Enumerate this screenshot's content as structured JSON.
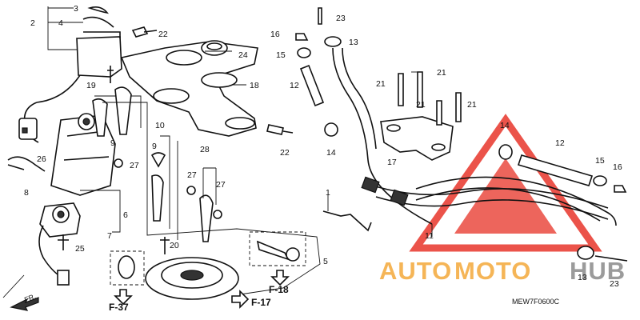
{
  "callouts": {
    "c1": "1",
    "c2": "2",
    "c3": "3",
    "c4": "4",
    "c5": "5",
    "c6": "6",
    "c7": "7",
    "c8": "8",
    "c9a": "9",
    "c9b": "9",
    "c10": "10",
    "c11": "11",
    "c12a": "12",
    "c12b": "12",
    "c13a": "13",
    "c13b": "13",
    "c14a": "14",
    "c14b": "14",
    "c15a": "15",
    "c15b": "15",
    "c16a": "16",
    "c16b": "16",
    "c17": "17",
    "c18": "18",
    "c19": "19",
    "c20": "20",
    "c21a": "21",
    "c21b": "21",
    "c21c": "21",
    "c21d": "21",
    "c22a": "22",
    "c22b": "22",
    "c23a": "23",
    "c23b": "23",
    "c24": "24",
    "c25": "25",
    "c26": "26",
    "c27a": "27",
    "c27b": "27",
    "c27c": "27",
    "c28": "28"
  },
  "references": {
    "f37": "F-37",
    "f17": "F-17",
    "f18": "F-18"
  },
  "direction_label": "FR.",
  "diagram_code": "MEW7F0600C",
  "watermark": {
    "text_auto": "AUTO",
    "text_moto": "MOTO",
    "text_hub": "HUB",
    "color_red": "#e8362b",
    "color_orange": "#f4a93a",
    "color_gray": "#8a8a8a"
  }
}
